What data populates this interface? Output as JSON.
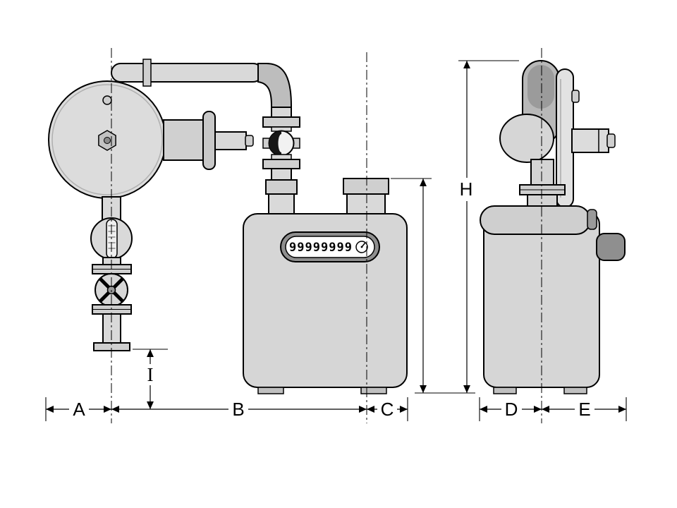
{
  "dimensions": {
    "a": "A",
    "b": "B",
    "c": "C",
    "d": "D",
    "e": "E",
    "h": "H",
    "i": "I"
  },
  "meter": {
    "counter_value": "99999999"
  },
  "colors": {
    "background": "#ffffff",
    "outline": "#000000",
    "part_fill": "#d6d6d6",
    "part_fill_light": "#e2e2e2",
    "part_fill_mid": "#bdbdbd",
    "part_fill_dark": "#8f8f8f",
    "counter_ring": "#8f8f8f",
    "counter_face": "#ffffff"
  }
}
